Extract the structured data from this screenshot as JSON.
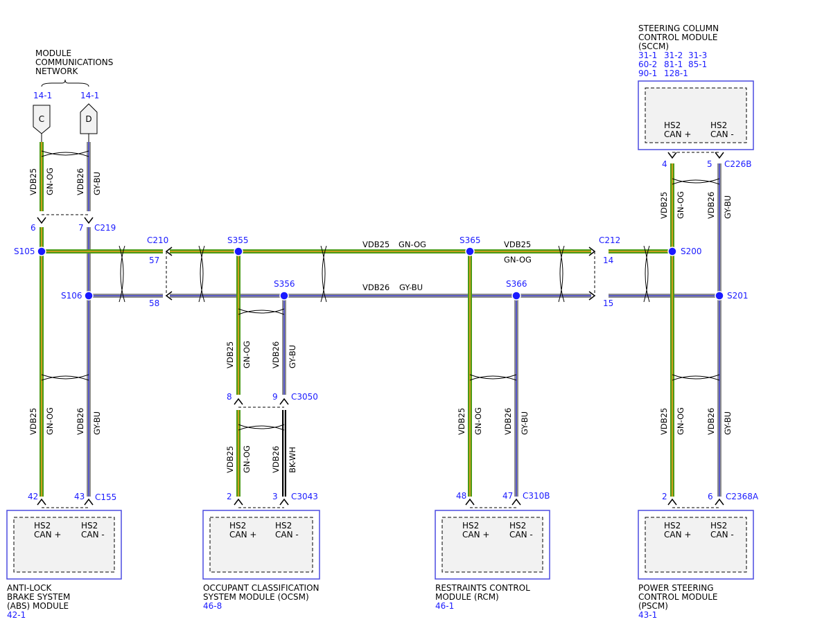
{
  "colors": {
    "green": "#4a9a16",
    "orange": "#f0a020",
    "gray": "#8d8d8d",
    "blue": "#4a4ad8",
    "black": "#000000",
    "label_blue": "#1a1aff"
  },
  "network": {
    "line1": "MODULE",
    "line2": "COMMUNICATIONS",
    "line3": "NETWORK",
    "ref_c": "14-1",
    "ref_d": "14-1",
    "conn_c": "C",
    "conn_d": "D"
  },
  "sccm": {
    "title1": "STEERING COLUMN",
    "title2": "CONTROL MODULE",
    "title3": "(SCCM)",
    "refs": [
      [
        "31-1",
        "31-2",
        "31-3"
      ],
      [
        "60-2",
        "81-1",
        "85-1"
      ],
      [
        "90-1",
        "128-1",
        ""
      ]
    ],
    "pin_p": "HS2",
    "pin_p2": "CAN +",
    "pin_n": "HS2",
    "pin_n2": "CAN -",
    "pin4": "4",
    "pin5": "5",
    "conn": "C226B"
  },
  "abs": {
    "title1": "ANTI-LOCK",
    "title2": "BRAKE SYSTEM",
    "title3": "(ABS) MODULE",
    "ref": "42-1",
    "pin_p": "HS2",
    "pin_p2": "CAN +",
    "pin_n": "HS2",
    "pin_n2": "CAN -",
    "pin_a": "42",
    "pin_b": "43",
    "conn": "C155"
  },
  "ocsm": {
    "title1": "OCCUPANT CLASSIFICATION",
    "title2": "SYSTEM MODULE (OCSM)",
    "ref": "46-8",
    "pin_p": "HS2",
    "pin_p2": "CAN +",
    "pin_n": "HS2",
    "pin_n2": "CAN -",
    "pin_a": "2",
    "pin_b": "3",
    "conn": "C3043",
    "pin_c": "8",
    "pin_d": "9",
    "conn2": "C3050"
  },
  "rcm": {
    "title1": "RESTRAINTS CONTROL",
    "title2": "MODULE (RCM)",
    "ref": "46-1",
    "pin_p": "HS2",
    "pin_p2": "CAN +",
    "pin_n": "HS2",
    "pin_n2": "CAN -",
    "pin_a": "48",
    "pin_b": "47",
    "conn": "C310B"
  },
  "pscm": {
    "title1": "POWER STEERING",
    "title2": "CONTROL MODULE",
    "title3": "(PSCM)",
    "ref": "43-1",
    "pin_p": "HS2",
    "pin_p2": "CAN +",
    "pin_n": "HS2",
    "pin_n2": "CAN -",
    "pin_a": "2",
    "pin_b": "6",
    "conn": "C2368A"
  },
  "splices": {
    "s105": "S105",
    "s106": "S106",
    "s355": "S355",
    "s356": "S356",
    "s365": "S365",
    "s366": "S366",
    "s200": "S200",
    "s201": "S201"
  },
  "connectors": {
    "c219": "C219",
    "c219_a": "6",
    "c219_b": "7",
    "c210": "C210",
    "c210_a": "57",
    "c210_b": "58",
    "c212": "C212",
    "c212_a": "14",
    "c212_b": "15"
  },
  "wires": {
    "vdb25": "VDB25",
    "vdb26": "VDB26",
    "gn_og": "GN-OG",
    "gy_bu": "GY-BU",
    "bk_wh": "BK-WH"
  }
}
